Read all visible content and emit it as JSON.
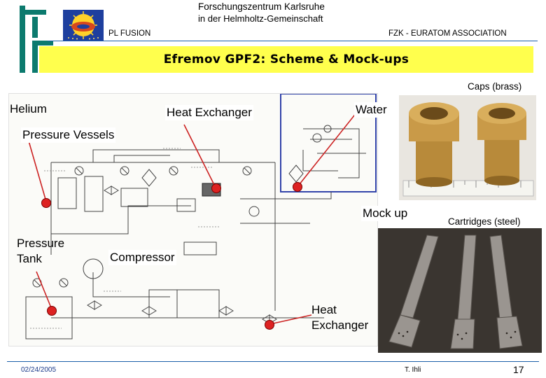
{
  "header": {
    "org_name": "Forschungszentrum Karlsruhe",
    "org_sub": "in der Helmholtz-Gemeinschaft",
    "left_label": "PL FUSION",
    "right_label": "FZK - EURATOM ASSOCIATION"
  },
  "title": "Efremov GPF2: Scheme & Mock-ups",
  "labels": {
    "helium": "Helium",
    "heat_exchanger_top": "Heat Exchanger",
    "water": "Water",
    "pressure_vessels": "Pressure Vessels",
    "mock_up": "Mock up",
    "pressure_tank_line1": "Pressure",
    "pressure_tank_line2": "Tank",
    "compressor": "Compressor",
    "heat_exchanger_bottom_line1": "Heat",
    "heat_exchanger_bottom_line2": "Exchanger"
  },
  "photos": {
    "caps_caption": "Caps (brass)",
    "cartridges_caption": "Cartridges (steel)"
  },
  "footer": {
    "date": "02/24/2005",
    "author": "T. Ihli",
    "page": "17"
  },
  "colors": {
    "accent_teal": "#0c7a6e",
    "title_band": "#ffff4d",
    "pointer_red": "#d22222",
    "frame_blue": "#3344aa"
  }
}
